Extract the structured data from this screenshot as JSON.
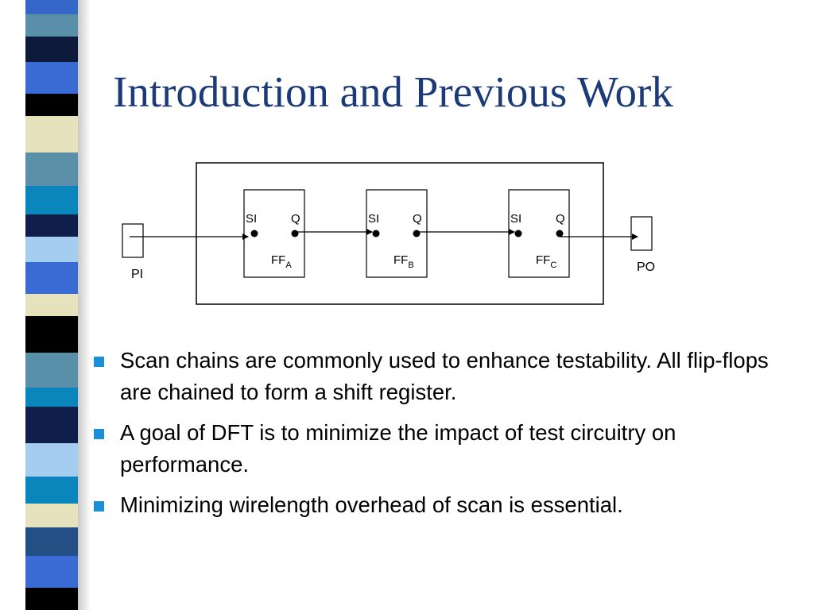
{
  "slide": {
    "title": "Introduction and Previous Work",
    "accent_color": "#1c3a78",
    "bullet_color": "#1a8fd8"
  },
  "diagram": {
    "flipflops": [
      {
        "si_label": "SI",
        "q_label": "Q",
        "name": "FF",
        "sub": "A"
      },
      {
        "si_label": "SI",
        "q_label": "Q",
        "name": "FF",
        "sub": "B"
      },
      {
        "si_label": "SI",
        "q_label": "Q",
        "name": "FF",
        "sub": "C"
      }
    ],
    "pi_label": "PI",
    "po_label": "PO"
  },
  "bullets": [
    "Scan chains are commonly used to enhance testability. All flip-flops are chained to form a shift register.",
    "A goal of DFT is to minimize the impact of test circuitry on performance.",
    "Minimizing wirelength overhead of scan is essential."
  ],
  "stripe_colors": [
    "#3567c9",
    "#5a8faa",
    "#0e1a3c",
    "#000000",
    "#e6e2bc",
    "#0a7fb3",
    "#9cc8ee",
    "#234f86",
    "#0f1e4a",
    "#000000"
  ]
}
